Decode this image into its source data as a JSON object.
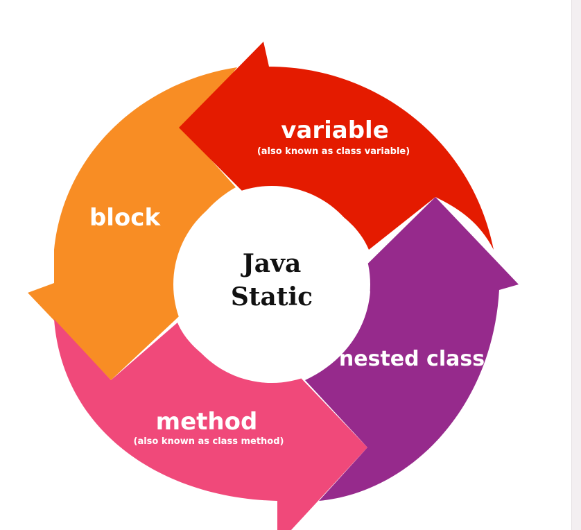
{
  "diagram": {
    "center": {
      "line1": "Java",
      "line2": "Static"
    },
    "segments": {
      "variable": {
        "title": "variable",
        "subtitle": "(also known as class variable)",
        "color": "#e41b00"
      },
      "nested_class": {
        "title": "nested class",
        "color": "#962a8c"
      },
      "method": {
        "title": "method",
        "subtitle": "(also known as class method)",
        "color": "#f0497a"
      },
      "block": {
        "title": "block",
        "color": "#f88d24"
      }
    }
  }
}
